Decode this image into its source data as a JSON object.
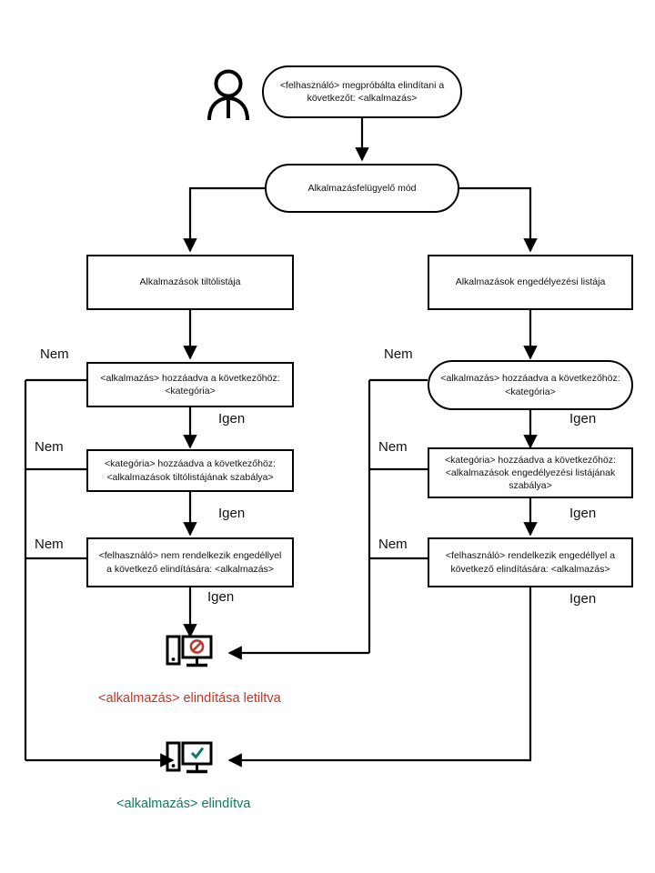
{
  "diagram": {
    "title": "Application Control mode decision flow",
    "language": "hu",
    "colors": {
      "line": "#000000",
      "blocked_text": "#c0392b",
      "allowed_text": "#0d7a66",
      "box_border": "#000000",
      "box_fill": "#ffffff"
    },
    "actor": {
      "name": "user-actor-icon",
      "label": ""
    },
    "nodes": {
      "start": "<felhasználó> megpróbálta elindítani a következőt: <alkalmazás>",
      "mode": "Alkalmazásfelügyelő mód",
      "denylist": "Alkalmazások tiltólistája",
      "allowlist": "Alkalmazások engedélyezési listája",
      "deny_app_in_category": "<alkalmazás> hozzáadva a következőhöz: <kategória>",
      "deny_category_in_rule": "<kategória> hozzáadva a következőhöz: <alkalmazások tiltólistájának szabálya>",
      "deny_user_no_permission": "<felhasználó> nem rendelkezik engedéllyel a következő elindítására: <alkalmazás>",
      "allow_app_in_category": "<alkalmazás> hozzáadva a következőhöz: <kategória>",
      "allow_category_in_rule": "<kategória> hozzáadva a következőhöz: <alkalmazások engedélyezési listájának szabálya>",
      "allow_user_has_permission": "<felhasználó> rendelkezik engedéllyel a következő elindítására: <alkalmazás>"
    },
    "edge_labels": {
      "no": "Nem",
      "yes": "Igen"
    },
    "edges": [
      {
        "from": "deny_app_in_category",
        "label": "Nem",
        "side": "left"
      },
      {
        "from": "deny_app_in_category",
        "label": "Igen",
        "side": "down"
      },
      {
        "from": "deny_category_in_rule",
        "label": "Nem",
        "side": "left"
      },
      {
        "from": "deny_category_in_rule",
        "label": "Igen",
        "side": "down"
      },
      {
        "from": "deny_user_no_permission",
        "label": "Nem",
        "side": "left"
      },
      {
        "from": "deny_user_no_permission",
        "label": "Igen",
        "side": "down"
      },
      {
        "from": "allow_app_in_category",
        "label": "Nem",
        "side": "left"
      },
      {
        "from": "allow_app_in_category",
        "label": "Igen",
        "side": "down"
      },
      {
        "from": "allow_category_in_rule",
        "label": "Nem",
        "side": "left"
      },
      {
        "from": "allow_category_in_rule",
        "label": "Igen",
        "side": "down"
      },
      {
        "from": "allow_user_has_permission",
        "label": "Nem",
        "side": "left"
      },
      {
        "from": "allow_user_has_permission",
        "label": "Igen",
        "side": "down"
      }
    ],
    "outcomes": {
      "blocked": {
        "icon": "monitor-blocked-icon",
        "text": "<alkalmazás> elindítása letiltva"
      },
      "allowed": {
        "icon": "monitor-allowed-icon",
        "text": "<alkalmazás> elindítva"
      }
    }
  }
}
